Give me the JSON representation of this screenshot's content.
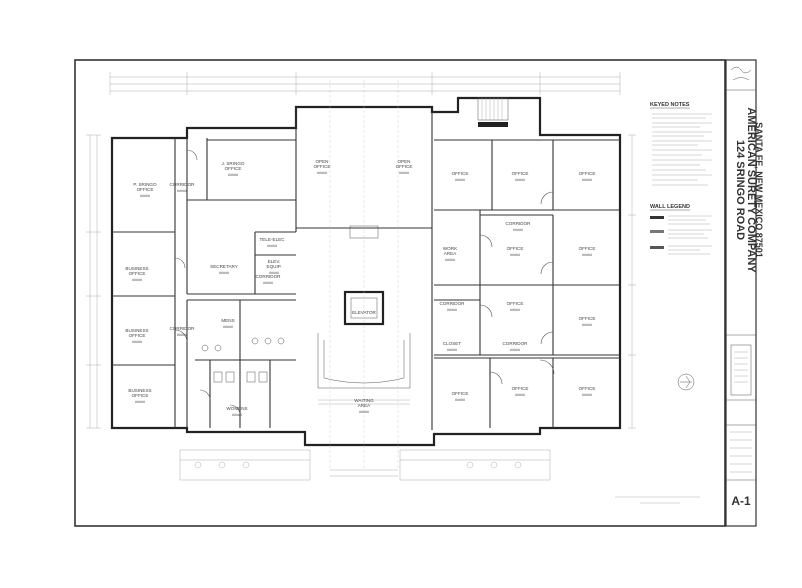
{
  "title_block": {
    "address_line_1": "124 SRINGO ROAD",
    "address_line_2": "AMERICAN SURETY COMPANY",
    "address_line_3": "SANTA FE, NEW MEXICO 87501",
    "sheet_number": "A-1"
  },
  "keyed_notes": {
    "heading": "KEYED NOTES"
  },
  "wall_legend": {
    "heading": "WALL LEGEND"
  },
  "rooms": [
    {
      "label": "P. SRINGO OFFICE",
      "number": "#####"
    },
    {
      "label": "J. SRINGO OFFICE",
      "number": "#####"
    },
    {
      "label": "OPEN OFFICE",
      "number": "#####"
    },
    {
      "label": "OPEN OFFICE",
      "number": "#####"
    },
    {
      "label": "CORRIDOR",
      "number": "#####"
    },
    {
      "label": "BUSINESS OFFICE",
      "number": "#####"
    },
    {
      "label": "SECRETARY",
      "number": "#####"
    },
    {
      "label": "TELE-ELEC",
      "number": "#####"
    },
    {
      "label": "ELEV. EQUIP.",
      "number": "#####"
    },
    {
      "label": "CORRIDOR",
      "number": "#####"
    },
    {
      "label": "CORRIDOR",
      "number": "#####"
    },
    {
      "label": "BUSINESS OFFICE",
      "number": "#####"
    },
    {
      "label": "MENS",
      "number": "#####"
    },
    {
      "label": "WOMENS",
      "number": "#####"
    },
    {
      "label": "BUSINESS OFFICE",
      "number": "#####"
    },
    {
      "label": "ELEVATOR",
      "number": ""
    },
    {
      "label": "WAITING AREA",
      "number": "#####"
    },
    {
      "label": "OFFICE",
      "number": "#####"
    },
    {
      "label": "OFFICE",
      "number": "#####"
    },
    {
      "label": "OFFICE",
      "number": "#####"
    },
    {
      "label": "CORRIDOR",
      "number": "#####"
    },
    {
      "label": "WORK AREA",
      "number": "#####"
    },
    {
      "label": "OFFICE",
      "number": "#####"
    },
    {
      "label": "OFFICE",
      "number": "#####"
    },
    {
      "label": "CORRIDOR",
      "number": "#####"
    },
    {
      "label": "OFFICE",
      "number": "#####"
    },
    {
      "label": "OFFICE",
      "number": "#####"
    },
    {
      "label": "CLOSET",
      "number": "#####"
    },
    {
      "label": "CORRIDOR",
      "number": "#####"
    },
    {
      "label": "OFFICE",
      "number": "#####"
    },
    {
      "label": "OFFICE",
      "number": "#####"
    },
    {
      "label": "OFFICE",
      "number": "#####"
    }
  ]
}
